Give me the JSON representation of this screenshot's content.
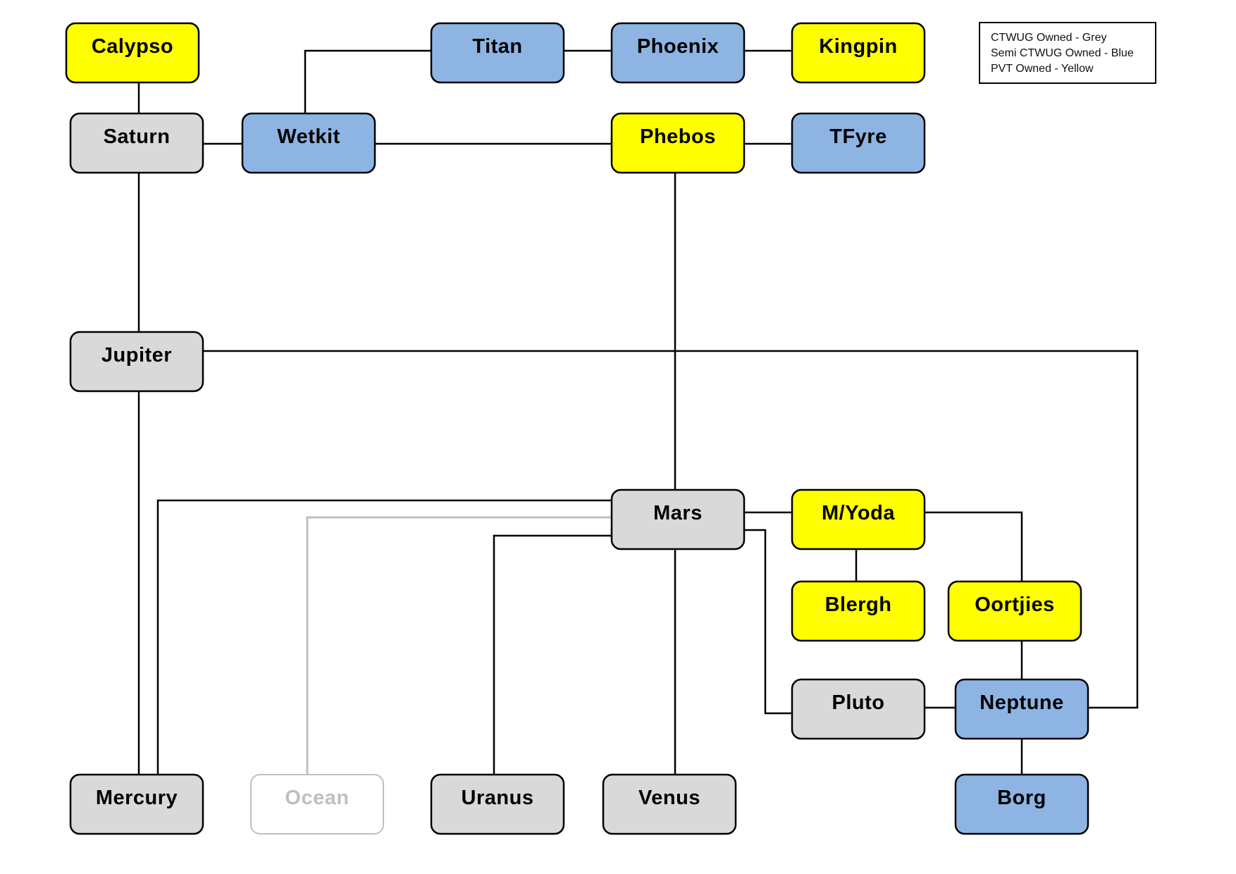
{
  "colors": {
    "grey": "#D9D9D9",
    "blue": "#8EB4E3",
    "yellow": "#FFFF00",
    "inactive": "#FFFFFF",
    "stroke": "#000000",
    "inactive_stroke": "#BFBFBF",
    "inactive_text": "#BFBFBF"
  },
  "legend": {
    "lines": [
      "CTWUG Owned - Grey",
      "Semi CTWUG Owned - Blue",
      "PVT Owned - Yellow"
    ]
  },
  "nodes": [
    {
      "id": "calypso",
      "label": "Calypso",
      "owner": "yellow"
    },
    {
      "id": "titan",
      "label": "Titan",
      "owner": "blue"
    },
    {
      "id": "phoenix",
      "label": "Phoenix",
      "owner": "blue"
    },
    {
      "id": "kingpin",
      "label": "Kingpin",
      "owner": "yellow"
    },
    {
      "id": "saturn",
      "label": "Saturn",
      "owner": "grey"
    },
    {
      "id": "wetkit",
      "label": "Wetkit",
      "owner": "blue"
    },
    {
      "id": "phebos",
      "label": "Phebos",
      "owner": "yellow"
    },
    {
      "id": "tfyre",
      "label": "TFyre",
      "owner": "blue"
    },
    {
      "id": "jupiter",
      "label": "Jupiter",
      "owner": "grey"
    },
    {
      "id": "mars",
      "label": "Mars",
      "owner": "grey"
    },
    {
      "id": "myoda",
      "label": "M/Yoda",
      "owner": "yellow"
    },
    {
      "id": "blergh",
      "label": "Blergh",
      "owner": "yellow"
    },
    {
      "id": "oortjies",
      "label": "Oortjies",
      "owner": "yellow"
    },
    {
      "id": "pluto",
      "label": "Pluto",
      "owner": "grey"
    },
    {
      "id": "neptune",
      "label": "Neptune",
      "owner": "blue"
    },
    {
      "id": "mercury",
      "label": "Mercury",
      "owner": "grey"
    },
    {
      "id": "ocean",
      "label": "Ocean",
      "owner": "inactive"
    },
    {
      "id": "uranus",
      "label": "Uranus",
      "owner": "grey"
    },
    {
      "id": "venus",
      "label": "Venus",
      "owner": "grey"
    },
    {
      "id": "borg",
      "label": "Borg",
      "owner": "blue"
    }
  ],
  "links": [
    {
      "from": "calypso",
      "to": "saturn"
    },
    {
      "from": "saturn",
      "to": "wetkit"
    },
    {
      "from": "wetkit",
      "to": "titan"
    },
    {
      "from": "titan",
      "to": "phoenix"
    },
    {
      "from": "phoenix",
      "to": "kingpin"
    },
    {
      "from": "wetkit",
      "to": "phebos"
    },
    {
      "from": "phebos",
      "to": "tfyre"
    },
    {
      "from": "saturn",
      "to": "jupiter"
    },
    {
      "from": "jupiter",
      "to": "mercury"
    },
    {
      "from": "jupiter",
      "to": "neptune"
    },
    {
      "from": "phebos",
      "to": "mars"
    },
    {
      "from": "mars",
      "to": "mercury"
    },
    {
      "from": "mars",
      "to": "ocean",
      "inactive": true
    },
    {
      "from": "mars",
      "to": "uranus"
    },
    {
      "from": "mars",
      "to": "venus"
    },
    {
      "from": "mars",
      "to": "myoda"
    },
    {
      "from": "mars",
      "to": "pluto"
    },
    {
      "from": "myoda",
      "to": "blergh"
    },
    {
      "from": "myoda",
      "to": "oortjies"
    },
    {
      "from": "oortjies",
      "to": "neptune"
    },
    {
      "from": "pluto",
      "to": "neptune"
    },
    {
      "from": "neptune",
      "to": "borg"
    }
  ]
}
